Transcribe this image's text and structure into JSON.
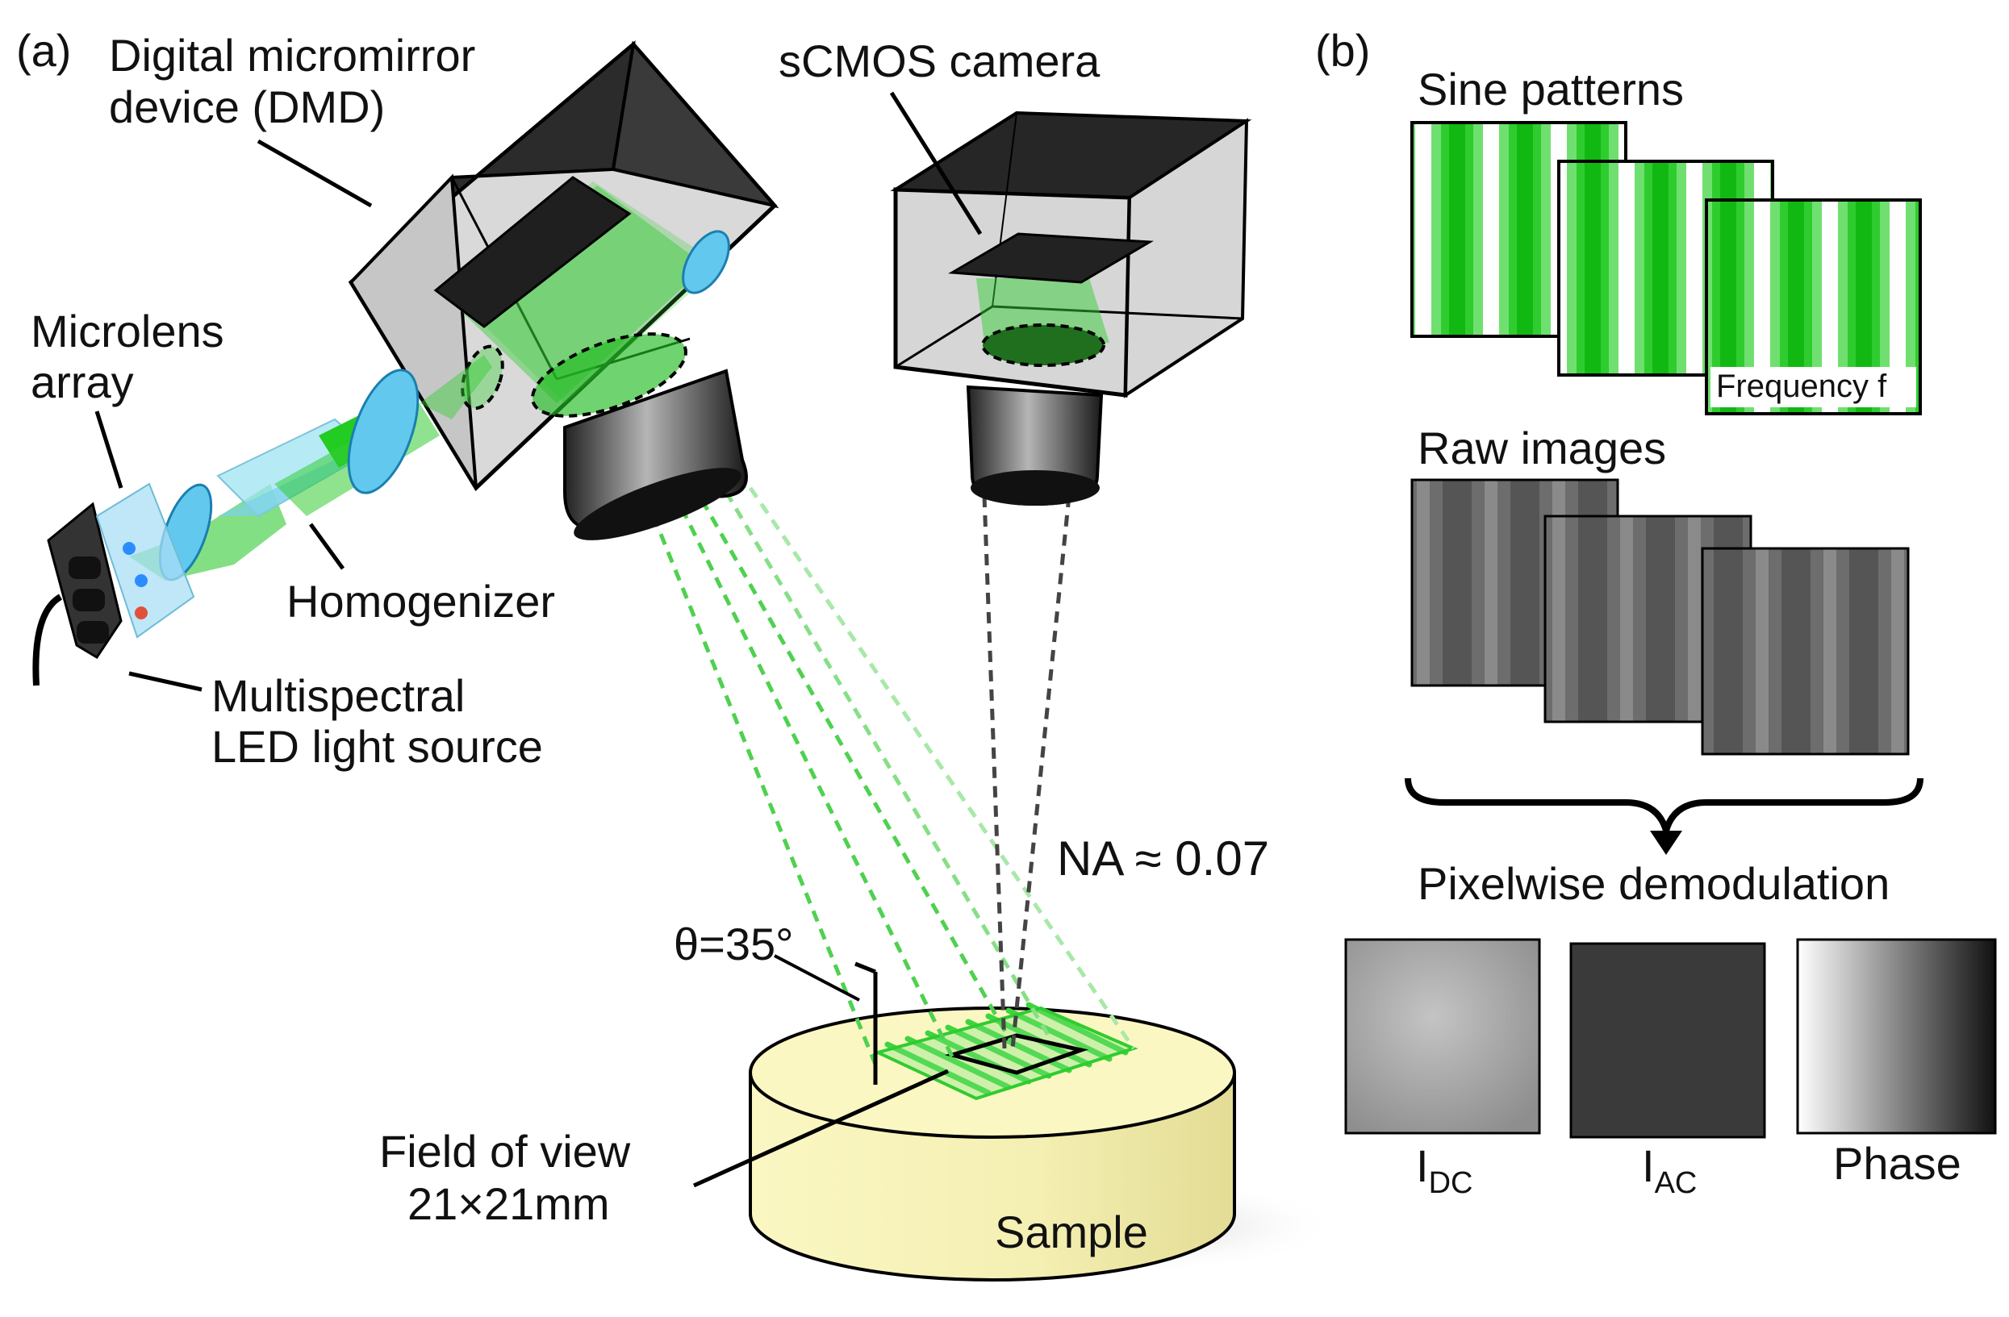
{
  "panel_a": {
    "tag": "(a)",
    "dmd_line1": "Digital micromirror",
    "dmd_line2": "device (DMD)",
    "camera": "sCMOS camera",
    "microlens_line1": "Microlens",
    "microlens_line2": "array",
    "homogenizer": "Homogenizer",
    "led_line1": "Multispectral",
    "led_line2": "LED light source",
    "na": "NA ≈ 0.07",
    "theta": "θ=35°",
    "fov_line1": "Field of view",
    "fov_line2": "21×21mm",
    "sample": "Sample"
  },
  "panel_b": {
    "tag": "(b)",
    "sine_title": "Sine patterns",
    "frequency": "Frequency f",
    "raw_title": "Raw images",
    "demod_title": "Pixelwise demodulation",
    "idc_main": "I",
    "idc_sub": "DC",
    "iac_main": "I",
    "iac_sub": "AC",
    "phase": "Phase"
  },
  "colors": {
    "green": "#22cc22",
    "light_green": "#8fe88f",
    "cyan": "#62c8ee",
    "cube_face": "#d2d2d2",
    "cube_top": "#2b2b2b",
    "sample": "#fbf7c3"
  }
}
